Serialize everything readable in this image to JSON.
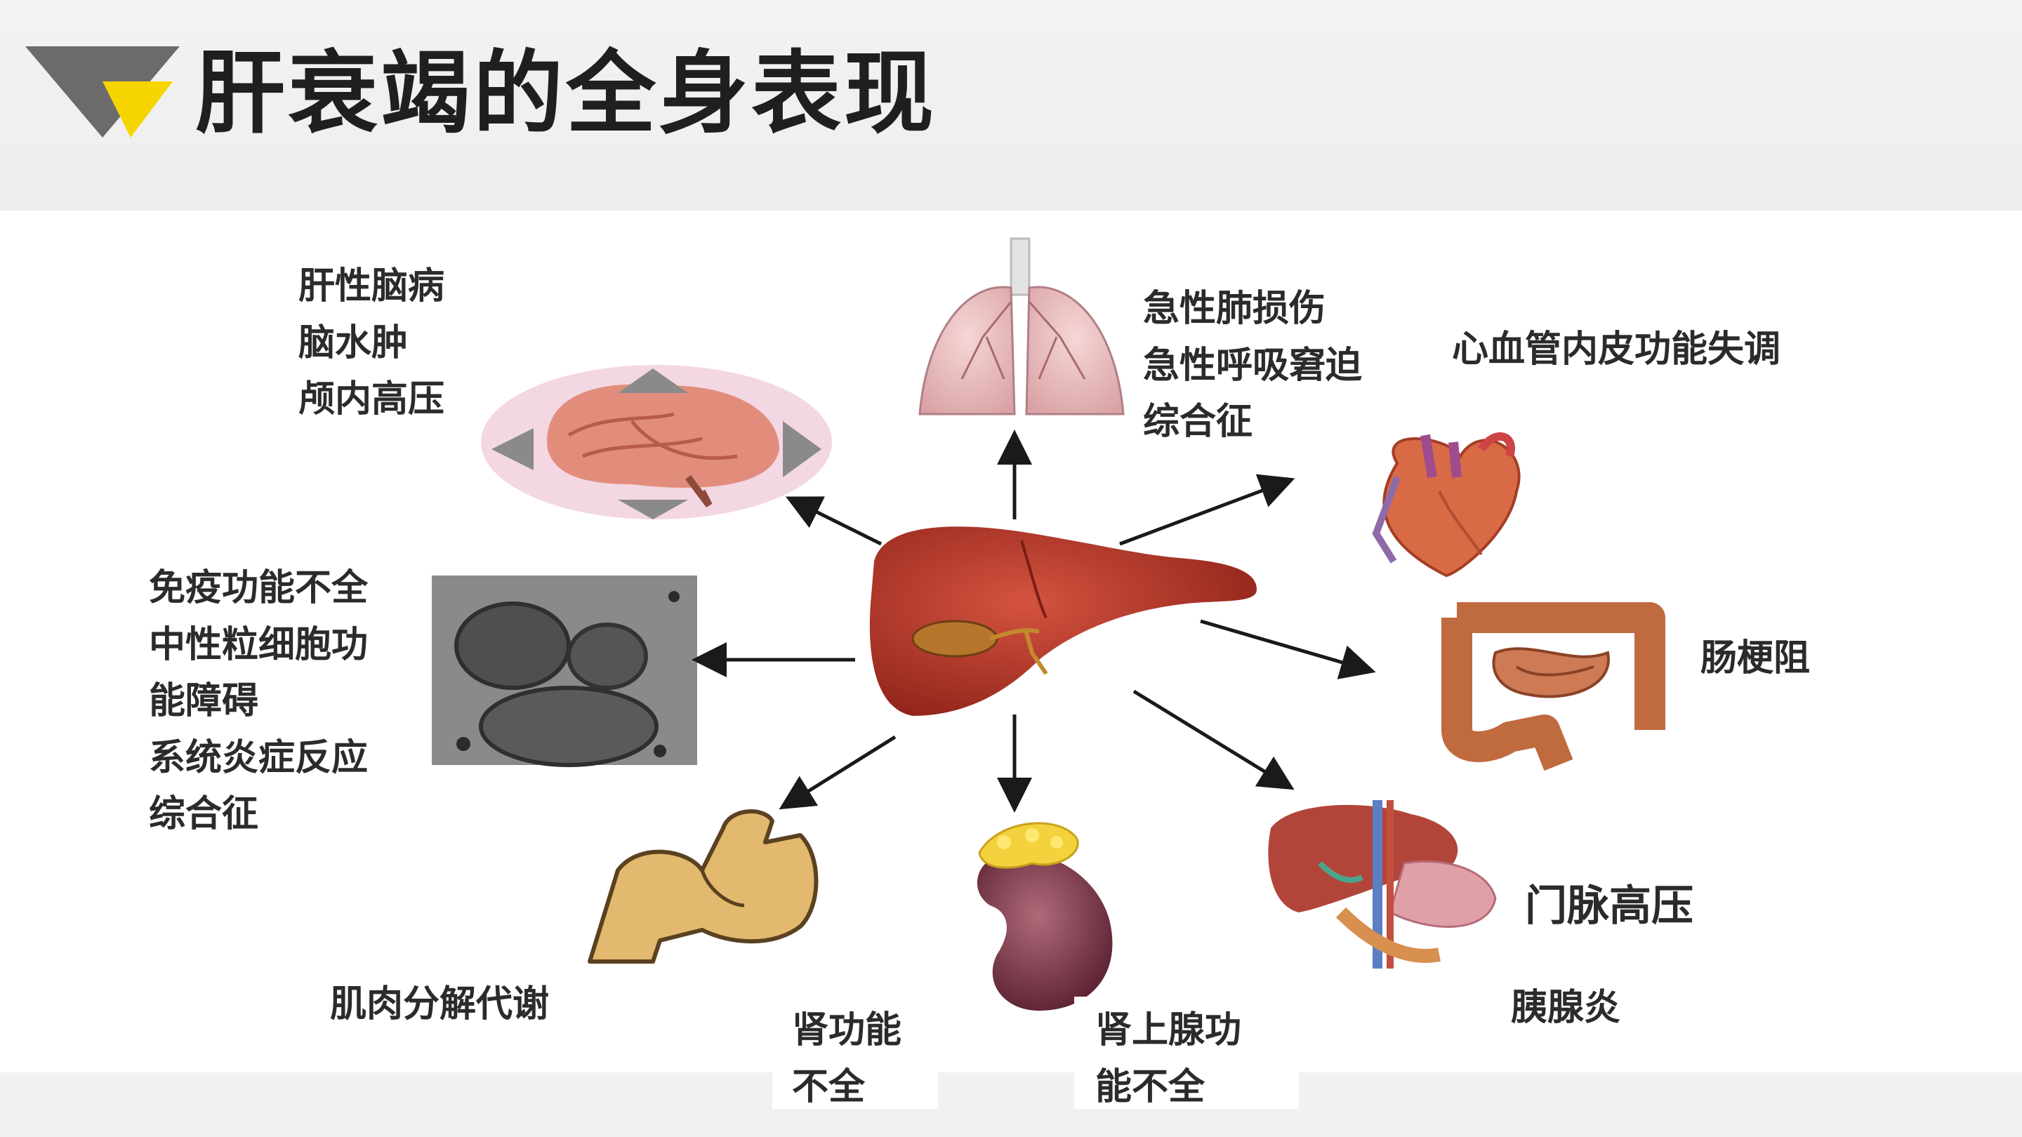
{
  "title": "肝衰竭的全身表现",
  "labels": {
    "brain": [
      "肝性脑病",
      "脑水肿",
      "颅内高压"
    ],
    "lung": [
      "急性肺损伤",
      "急性呼吸窘迫",
      "综合征"
    ],
    "heart": "心血管内皮功能失调",
    "immune": [
      "免疫功能不全",
      "中性粒细胞功",
      "能障碍",
      "系统炎症反应",
      "综合征"
    ],
    "intestine": "肠梗阻",
    "portal": "门脉高压",
    "pancreas": "胰腺炎",
    "muscle": "肌肉分解代谢",
    "kidney": [
      "肾功能",
      "不全"
    ],
    "adrenal": [
      "肾上腺功",
      "能不全"
    ]
  },
  "colors": {
    "logo_gray": "#6b6b6b",
    "logo_yellow": "#f5d400",
    "liver": "#b5352a",
    "arrow": "#1a1a1a"
  }
}
